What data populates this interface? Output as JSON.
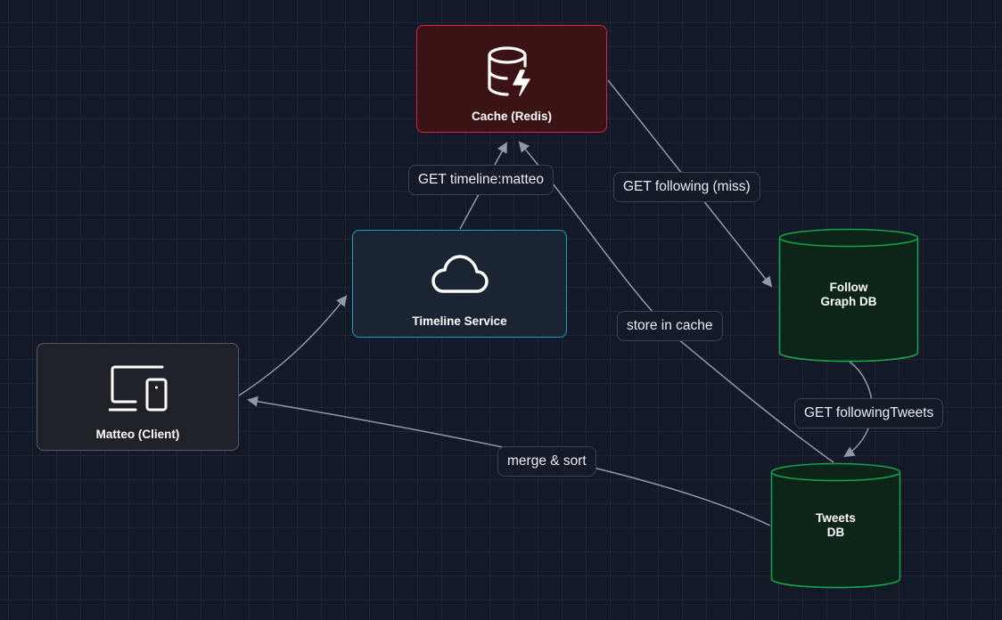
{
  "diagram": {
    "type": "system-architecture",
    "theme_colors": {
      "background": "#131926",
      "grid": "#1e2533",
      "edge": "#8e9aab",
      "cache_border": "#e11d48",
      "cache_fill": "#3c1314",
      "service_border": "#0ea5c6",
      "service_fill": "#1b2432",
      "client_border": "#525a68",
      "client_fill": "#1e2128",
      "db_border": "#16a34a",
      "db_fill": "#0d2418"
    },
    "nodes": [
      {
        "id": "cache",
        "label": "Cache (Redis)",
        "icon": "database-lightning-icon",
        "shape": "rounded-rect"
      },
      {
        "id": "timeline",
        "label": "Timeline Service",
        "icon": "cloud-icon",
        "shape": "rounded-rect"
      },
      {
        "id": "client",
        "label": "Matteo (Client)",
        "icon": "devices-icon",
        "shape": "rounded-rect"
      },
      {
        "id": "follow_db",
        "label_lines": [
          "Follow",
          "Graph DB"
        ],
        "shape": "cylinder"
      },
      {
        "id": "tweets_db",
        "label_lines": [
          "Tweets",
          "DB"
        ],
        "shape": "cylinder"
      }
    ],
    "edges": [
      {
        "from": "client",
        "to": "timeline",
        "label": ""
      },
      {
        "from": "timeline",
        "to": "cache",
        "label": "GET timeline:matteo"
      },
      {
        "from": "cache",
        "to": "follow_db",
        "label": "GET following (miss)"
      },
      {
        "from": "follow_db",
        "to": "tweets_db",
        "label": "GET followingTweets"
      },
      {
        "from": "tweets_db",
        "to": "cache",
        "label": "store in cache"
      },
      {
        "from": "tweets_db",
        "to": "client",
        "label": "merge & sort"
      }
    ]
  }
}
